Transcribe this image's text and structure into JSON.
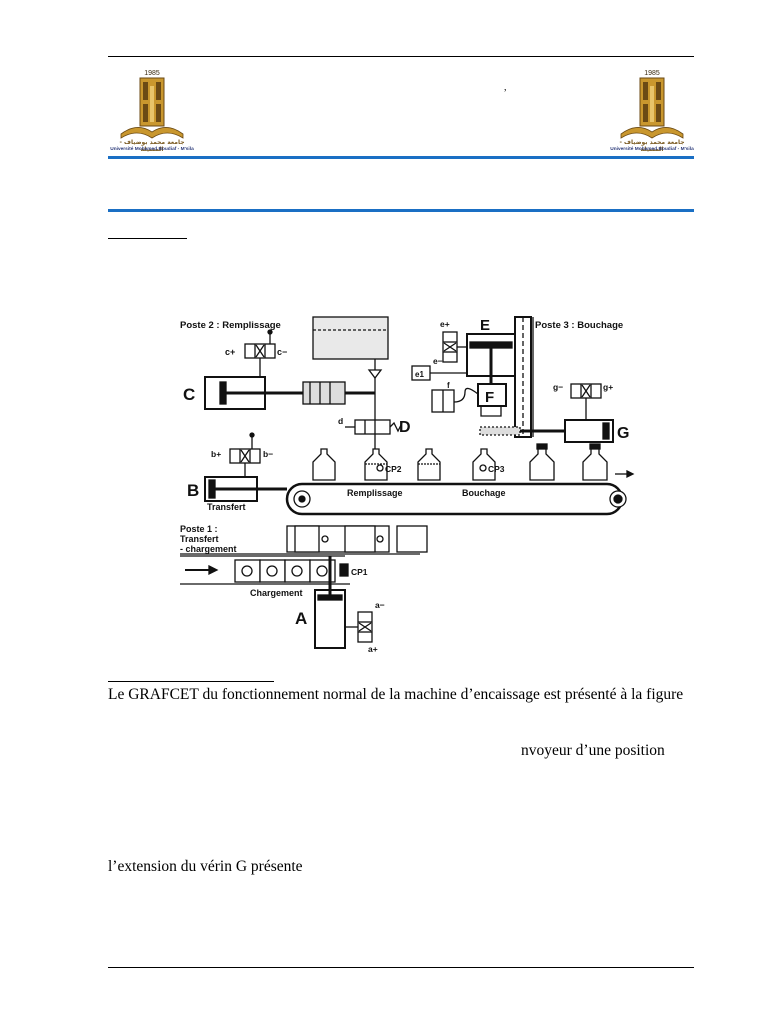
{
  "header": {
    "logo_left": {
      "year": "1985",
      "arabic": "جامعة محمد بوضياف - المسيلة",
      "french": "Université Mohamed Boudiaf - M'sila"
    },
    "logo_right": {
      "year": "1985",
      "arabic": "جامعة محمد بوضياف - المسيلة",
      "french": "Université Mohamed Boudiaf - M'sila"
    },
    "center_mark": ","
  },
  "colors": {
    "rule_blue": "#1a6fc4",
    "logo_gold": "#c9972e",
    "logo_brown": "#6b4a14"
  },
  "figure": {
    "poste2_title": "Poste 2 : Remplissage",
    "poste3_title": "Poste 3 : Bouchage",
    "poste1_title": [
      "Poste 1 :",
      "Transfert",
      "- chargement"
    ],
    "actuators": {
      "C": "C",
      "D": "D",
      "E": "E",
      "F": "F",
      "G": "G",
      "B": "B",
      "A": "A"
    },
    "valve_labels": {
      "c_plus": "c+",
      "c_minus": "c−",
      "e_plus": "e+",
      "e_minus": "e−",
      "e1": "e1",
      "f": "f",
      "g_minus": "g−",
      "g_plus": "g+",
      "b_plus": "b+",
      "b_minus": "b−",
      "d": "d",
      "a_minus": "a−",
      "a_plus": "a+"
    },
    "sensors": {
      "cp1": "CP1",
      "cp2": "CP2",
      "cp3": "CP3"
    },
    "stations": {
      "remplissage": "Remplissage",
      "bouchage": "Bouchage",
      "transfert": "Transfert",
      "chargement": "Chargement"
    }
  },
  "text": {
    "line1": "Le GRAFCET du fonctionnement normal de la machine d’encaissage est présenté à la figure",
    "line2": "nvoyeur d’une position",
    "line3": "l’extension du vérin G présente"
  }
}
